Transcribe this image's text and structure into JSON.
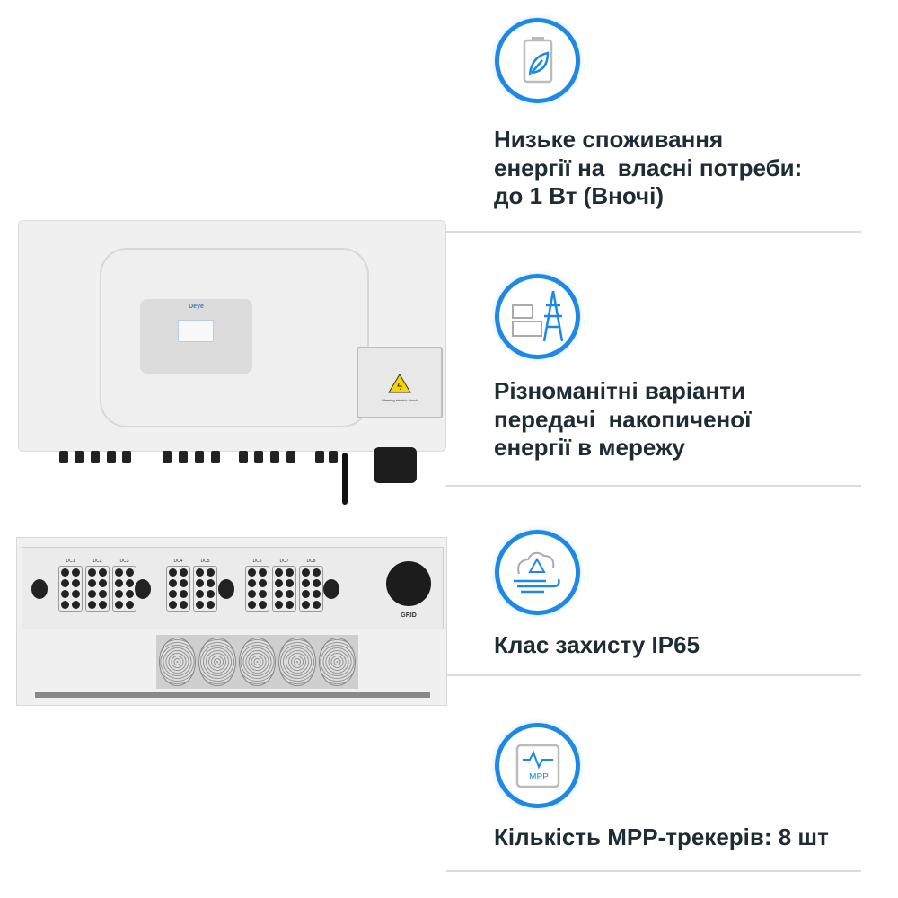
{
  "colors": {
    "accent": "#1e88e5",
    "text": "#1f2b35"
  },
  "product_top": {
    "brand_logo": "Deye",
    "warning_label": "Warning electric shock"
  },
  "product_bottom": {
    "dc_groups": [
      "DC1",
      "DC2",
      "DC3",
      "DC4",
      "DC5",
      "DC6",
      "DC7",
      "DC8"
    ],
    "grid_label": "GRID"
  },
  "features": [
    {
      "icon": "battery-leaf-icon",
      "text": "Низьке споживання\nенергії на  власні потреби:\nдо 1 Вт (Вночі)"
    },
    {
      "icon": "solar-grid-tower-icon",
      "text": "Різноманітні варіанти\nпередачі  накопиченої\nенергії в мережу"
    },
    {
      "icon": "weather-protection-icon",
      "text": "Клас захисту IP65"
    },
    {
      "icon": "mppt-monitor-icon",
      "text": "Кількість МРР-трекерів: 8 шт",
      "badge": "MPP"
    }
  ]
}
